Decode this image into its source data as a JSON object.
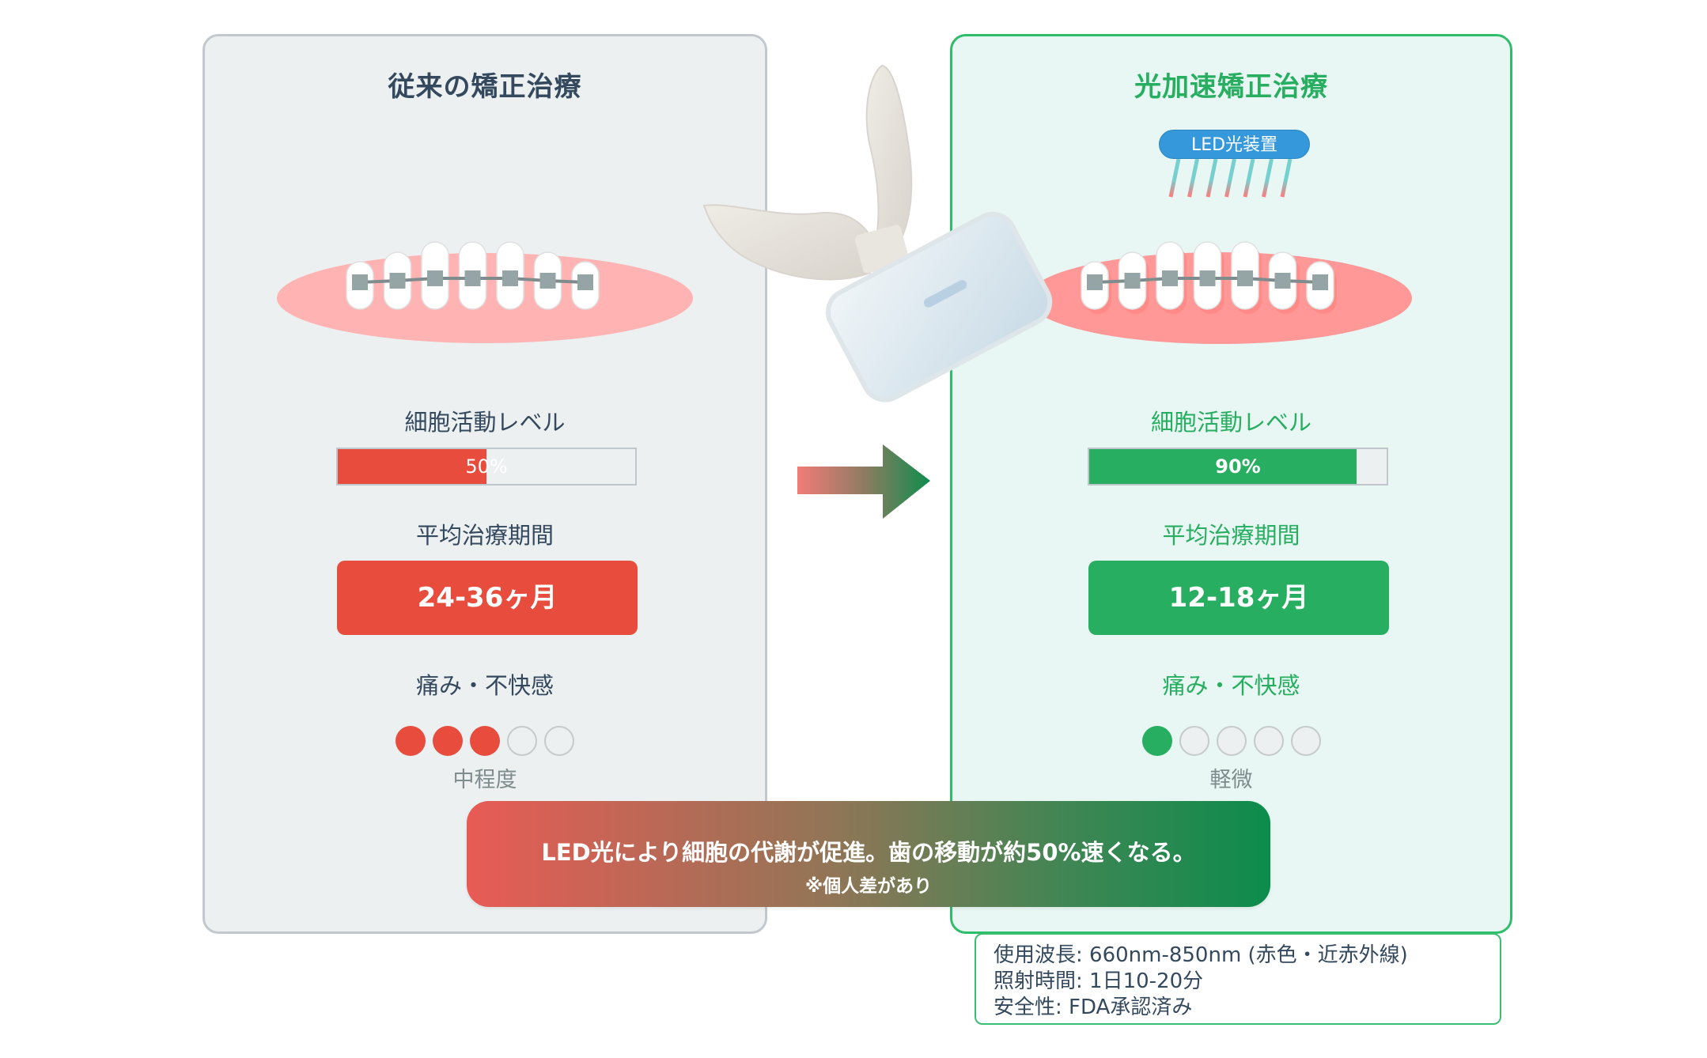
{
  "colors": {
    "conventional_accent": "#e74c3c",
    "accelerated_accent": "#27ae60",
    "text_dark": "#34495e",
    "text_muted": "#7f8c8d",
    "led_blue": "#3498db"
  },
  "conventional": {
    "title": "従来の矯正治療",
    "cell_activity_label": "細胞活動レベル",
    "cell_activity_percent": 50,
    "cell_activity_text": "50%",
    "duration_label": "平均治療期間",
    "duration_value": "24-36ヶ月",
    "pain_label": "痛み・不快感",
    "pain_level": 3,
    "pain_max": 5,
    "pain_text": "中程度",
    "icon": "teeth-braces-icon"
  },
  "accelerated": {
    "title": "光加速矯正治療",
    "device_badge": "LED光装置",
    "cell_activity_label": "細胞活動レベル",
    "cell_activity_percent": 90,
    "cell_activity_text": "90%",
    "duration_label": "平均治療期間",
    "duration_value": "12-18ヶ月",
    "pain_label": "痛み・不快感",
    "pain_level": 1,
    "pain_max": 5,
    "pain_text": "軽微",
    "icon": "teeth-braces-led-icon"
  },
  "transition_icon": "arrow-right-icon",
  "device_image": "led-mouthpiece-device",
  "callout": {
    "main": "LED光により細胞の代謝が促進。歯の移動が約50%速くなる。",
    "note": "※個人差があり"
  },
  "specs": [
    "使用波長: 660nm-850nm (赤色・近赤外線)",
    "照射時間: 1日10-20分",
    "安全性: FDA承認済み"
  ]
}
